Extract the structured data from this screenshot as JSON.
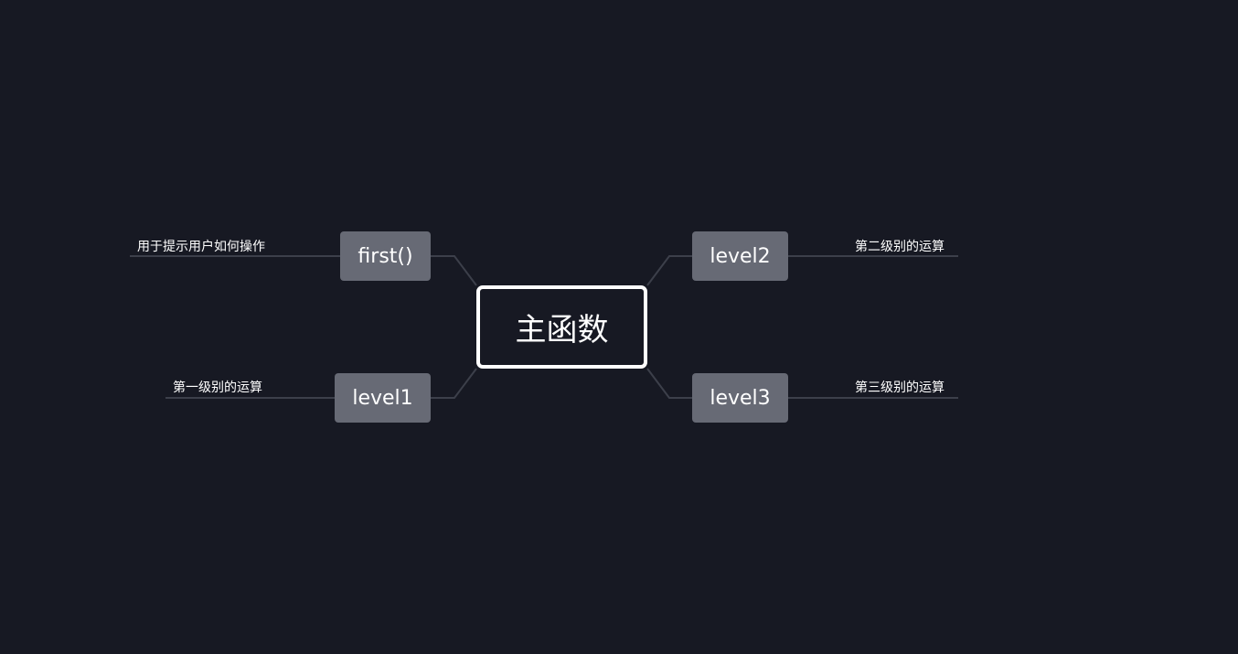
{
  "mindmap": {
    "root": {
      "label": "主函数"
    },
    "branches": [
      {
        "id": "first",
        "label": "first()",
        "note": "用于提示用户如何操作",
        "side": "left",
        "position": "top"
      },
      {
        "id": "level1",
        "label": "level1",
        "note": "第一级别的运算",
        "side": "left",
        "position": "bottom"
      },
      {
        "id": "level2",
        "label": "level2",
        "note": "第二级别的运算",
        "side": "right",
        "position": "top"
      },
      {
        "id": "level3",
        "label": "level3",
        "note": "第三级别的运算",
        "side": "right",
        "position": "bottom"
      }
    ]
  },
  "colors": {
    "background": "#171923",
    "root_border": "#ffffff",
    "branch_fill": "#676a75",
    "connector": "#3c3f4a",
    "text": "#ffffff"
  }
}
